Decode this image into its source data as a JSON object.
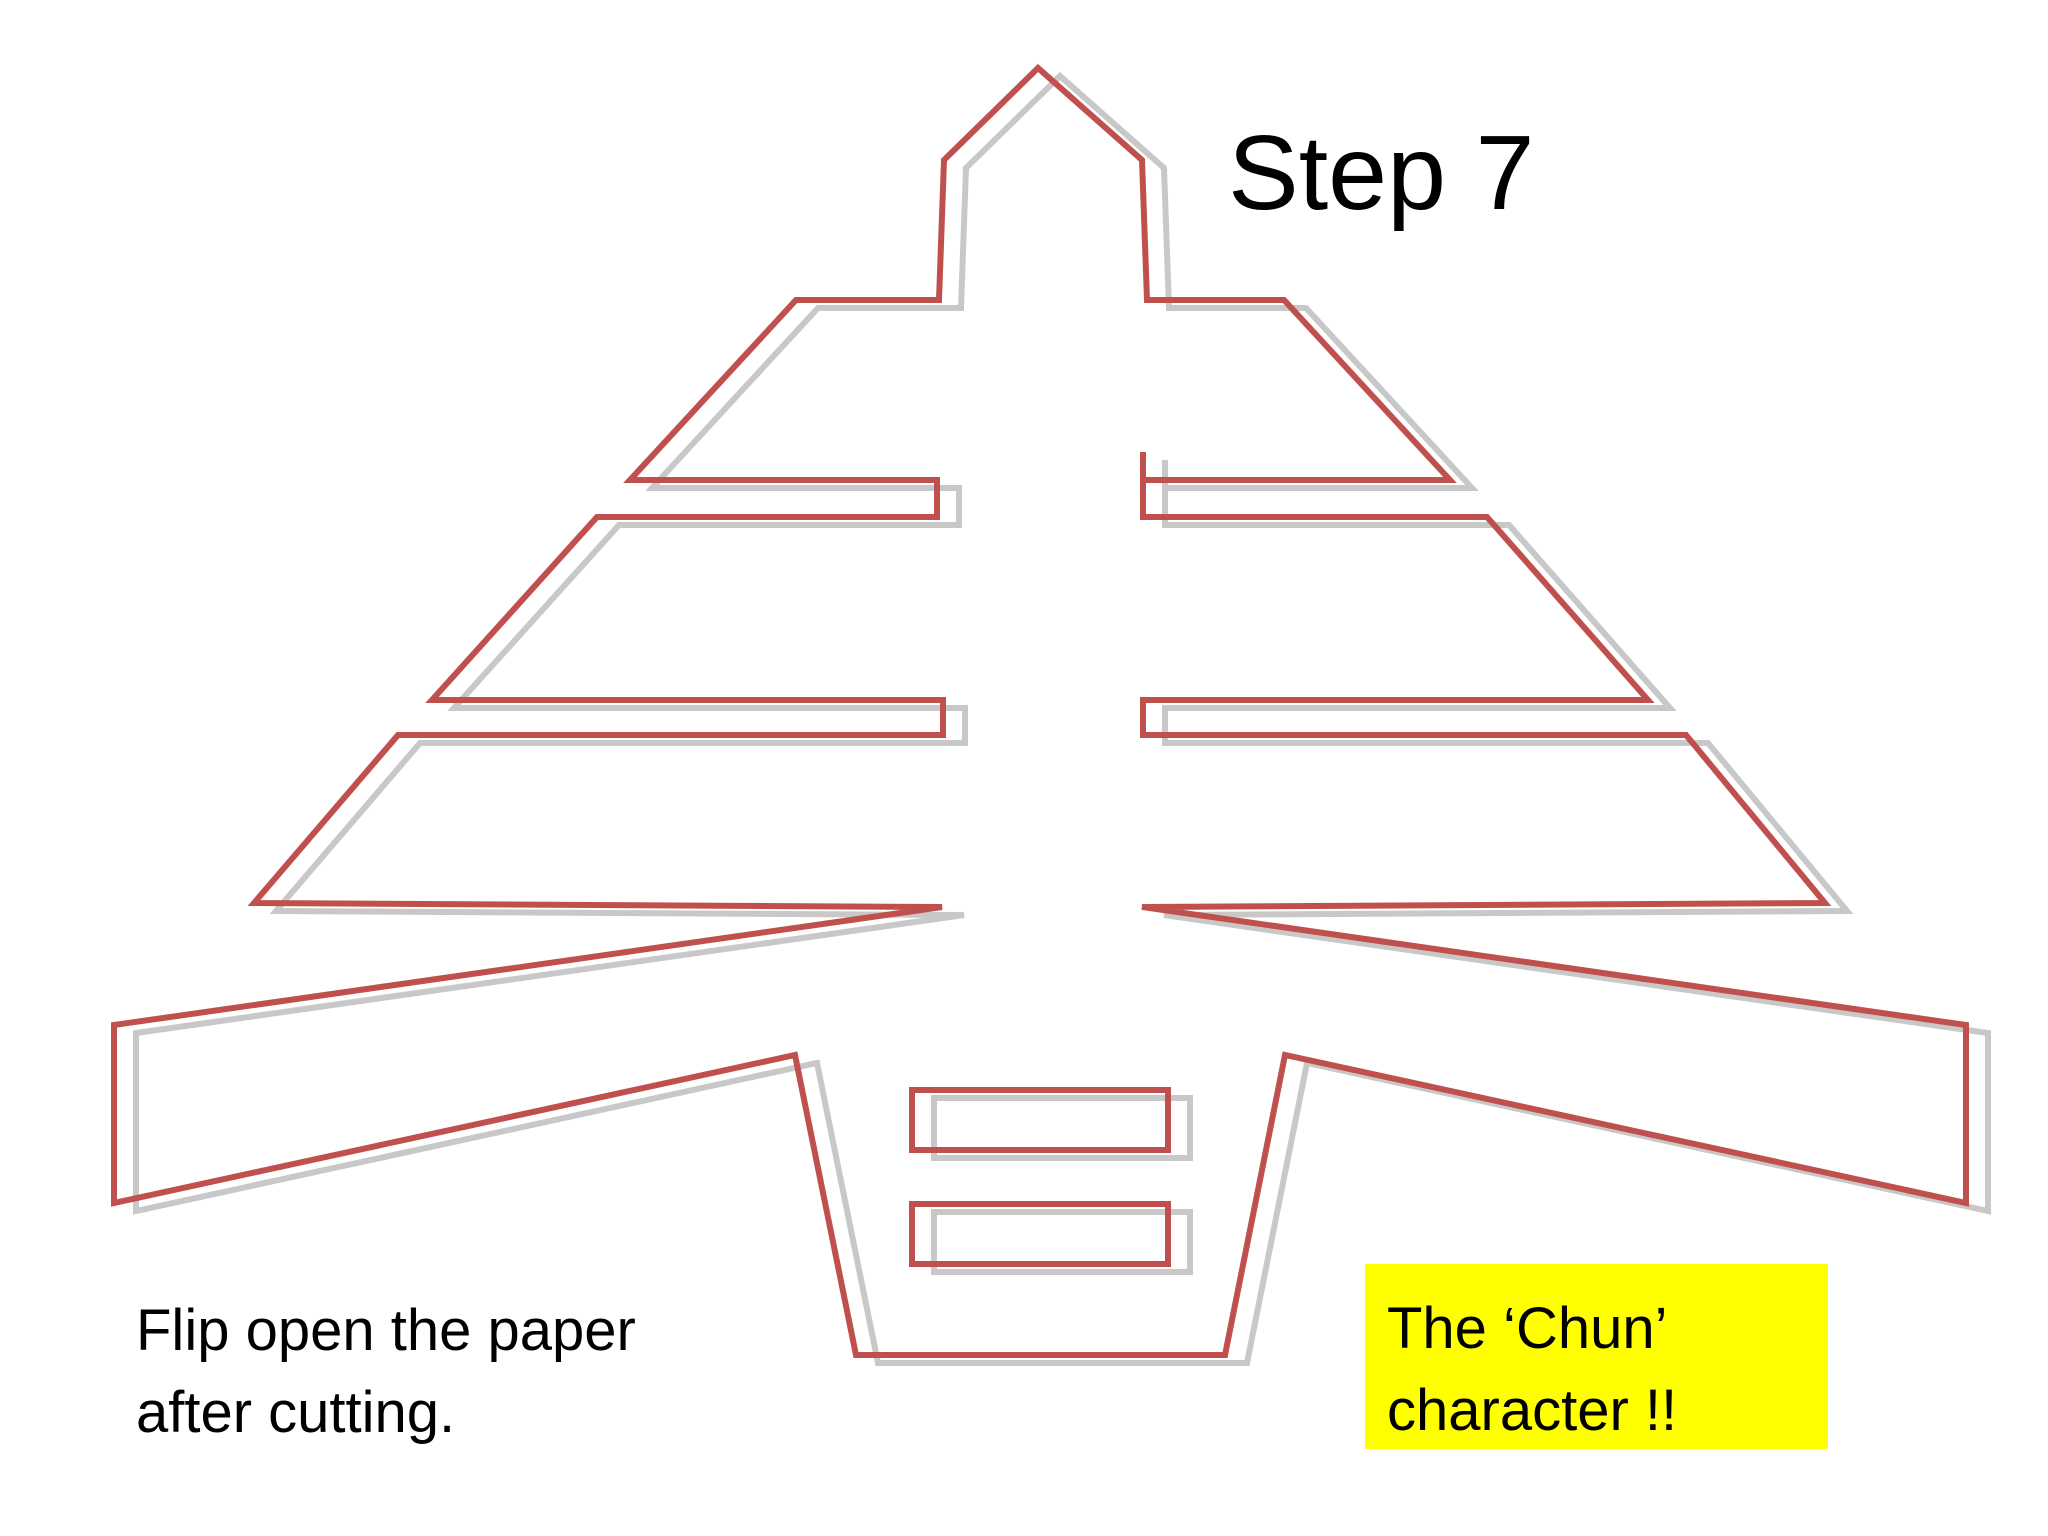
{
  "slide": {
    "title": "Step 7",
    "instruction_lines": [
      "Flip open the paper",
      "after cutting."
    ],
    "callout_lines": [
      "The ‘Chun’",
      "character !!"
    ]
  },
  "colors": {
    "background": "#ffffff",
    "cut_line": "#c0504d",
    "cut_line_shadow": "#c8c8c8",
    "callout_background": "#ffff00",
    "text": "#000000"
  },
  "diagram": {
    "depicts": "Chun character paper-cut outline"
  }
}
